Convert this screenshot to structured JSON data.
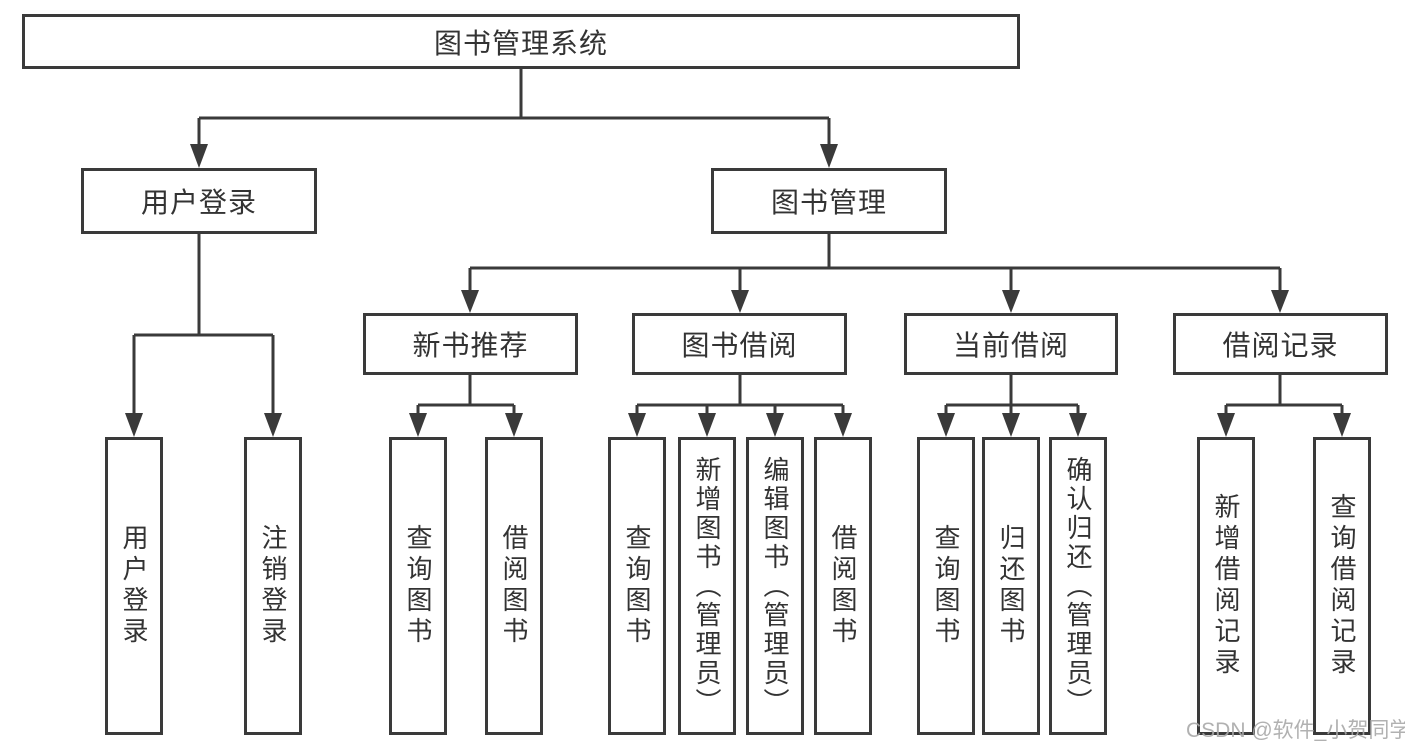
{
  "diagram": {
    "watermark": "CSDN @软件_小贺同学",
    "colors": {
      "line": "#3a3a3a",
      "border": "#3a3a3a",
      "text": "#333333",
      "watermark": "#a8a8a8",
      "background": "#ffffff"
    },
    "tree": {
      "label": "图书管理系统",
      "children": [
        {
          "label": "用户登录",
          "children": [
            {
              "label": "用户登录"
            },
            {
              "label": "注销登录"
            }
          ]
        },
        {
          "label": "图书管理",
          "children": [
            {
              "label": "新书推荐",
              "children": [
                {
                  "label": "查询图书"
                },
                {
                  "label": "借阅图书"
                }
              ]
            },
            {
              "label": "图书借阅",
              "children": [
                {
                  "label": "查询图书"
                },
                {
                  "label": "新增图书（管理员）"
                },
                {
                  "label": "编辑图书（管理员）"
                },
                {
                  "label": "借阅图书"
                }
              ]
            },
            {
              "label": "当前借阅",
              "children": [
                {
                  "label": "查询图书"
                },
                {
                  "label": "归还图书"
                },
                {
                  "label": "确认归还（管理员）"
                }
              ]
            },
            {
              "label": "借阅记录",
              "children": [
                {
                  "label": "新增借阅记录"
                },
                {
                  "label": "查询借阅记录"
                }
              ]
            }
          ]
        }
      ]
    }
  }
}
